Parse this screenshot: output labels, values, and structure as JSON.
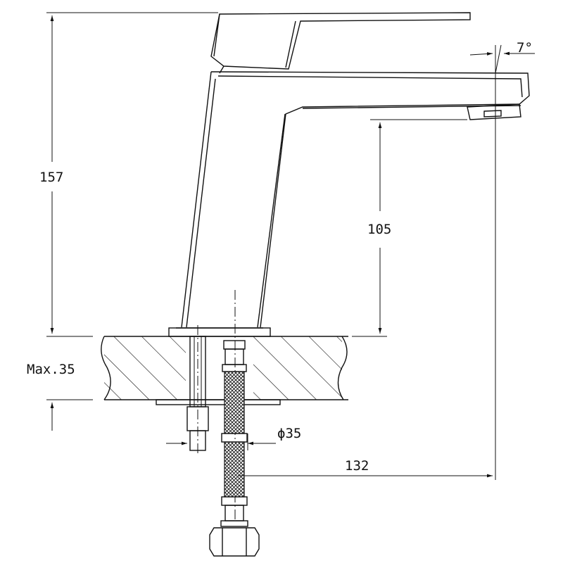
{
  "dimensions": {
    "total_height": "157",
    "spout_height": "105",
    "max_thickness": "Max.35",
    "spout_angle": "7°",
    "hole_diameter": "ϕ35",
    "spout_reach": "132"
  },
  "colors": {
    "ink": "#111111",
    "background": "#ffffff"
  }
}
